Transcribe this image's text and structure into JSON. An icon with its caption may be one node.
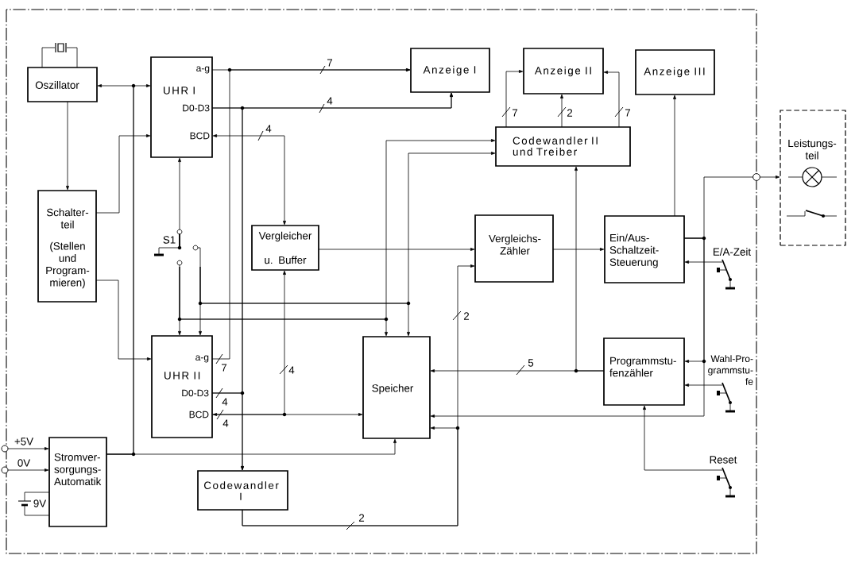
{
  "diagram": {
    "nodes": [
      {
        "text": [
          "Oszillator"
        ]
      },
      {
        "text": [
          "a-g",
          "UHR I",
          "D0-D3",
          "BCD"
        ]
      },
      {
        "text": [
          "Anzeige I"
        ]
      },
      {
        "text": [
          "Anzeige II"
        ]
      },
      {
        "text": [
          "Anzeige III"
        ]
      },
      {
        "text": [
          "Codewandler II und Treiber"
        ]
      },
      {
        "text": [
          "Leistungs- teil"
        ]
      },
      {
        "text": [
          "Schalter- teil",
          "(Stellen und Program- mieren)"
        ]
      },
      {
        "text": [
          "Vergleicher u. Buffer"
        ]
      },
      {
        "text": [
          "Vergleichs- Zähler"
        ]
      },
      {
        "text": [
          "Ein/Aus- Schaltzeit- Steuerung"
        ]
      },
      {
        "text": [
          "S1"
        ]
      },
      {
        "text": [],
        "shape": "pushbutton",
        "beside": [
          "E/A-Zeit"
        ]
      },
      {
        "text": [
          "a-g",
          "UHR II",
          "D0-D3",
          "BCD"
        ]
      },
      {
        "text": [
          "Speicher"
        ]
      },
      {
        "text": [
          "Programmstu- fenzähler"
        ]
      },
      {
        "text": [],
        "shape": "pushbutton",
        "beside": [
          "Wahl-Pro- grammstu- fe"
        ]
      },
      {
        "text": [],
        "shape": "circle",
        "beside": [
          "+5V"
        ]
      },
      {
        "text": [],
        "shape": "circle",
        "beside": [
          "0V"
        ]
      },
      {
        "text": [
          "Stromver- sorgungs- Automatik"
        ]
      },
      {
        "text": [
          "Codewandler I"
        ]
      },
      {
        "text": [
          "9V"
        ]
      },
      {
        "text": [],
        "shape": "pushbutton",
        "beside": [
          "Reset"
        ]
      }
    ],
    "edges": [
      {
        "from": 0,
        "to": 7,
        "arrow": "to"
      },
      {
        "from": 19,
        "to": 0,
        "arrow": "to"
      },
      {
        "from": 19,
        "to": 1,
        "arrow": "to"
      },
      {
        "from": 19,
        "to": 14,
        "arrow": "to"
      },
      {
        "from": 7,
        "to": 1,
        "arrow": "to"
      },
      {
        "from": 7,
        "to": 13,
        "arrow": "to"
      },
      {
        "from": 1,
        "to": 2,
        "arrow": "to",
        "label": "7"
      },
      {
        "from": 13,
        "to": 2,
        "arrow": "to",
        "label": "7"
      },
      {
        "from": 1,
        "to": 2,
        "arrow": "to",
        "label": "4"
      },
      {
        "from": 1,
        "to": 20,
        "arrow": "to"
      },
      {
        "from": 13,
        "to": 20,
        "arrow": "to",
        "label": "4"
      },
      {
        "from": 13,
        "to": 2,
        "arrow": "to"
      },
      {
        "from": 8,
        "to": 1,
        "arrow": "both",
        "label": "4"
      },
      {
        "from": 13,
        "to": 8,
        "arrow": "both",
        "label": "4"
      },
      {
        "from": 13,
        "to": 14,
        "arrow": "to",
        "label": "4"
      },
      {
        "from": 11,
        "to": 1,
        "arrow": "to"
      },
      {
        "from": 11,
        "to": 13,
        "arrow": "to"
      },
      {
        "from": 11,
        "to": 13,
        "arrow": "to"
      },
      {
        "from": 11,
        "to": 14,
        "arrow": "to"
      },
      {
        "from": 11,
        "to": 14,
        "arrow": "to"
      },
      {
        "from": 11,
        "to": 5,
        "arrow": "to"
      },
      {
        "from": 11,
        "to": 5,
        "arrow": "to"
      },
      {
        "from": 5,
        "to": 3,
        "arrow": "to",
        "label": "7"
      },
      {
        "from": 5,
        "to": 3,
        "arrow": "to",
        "label": "2"
      },
      {
        "from": 5,
        "to": 3,
        "arrow": "to",
        "label": "7"
      },
      {
        "from": 10,
        "to": 4,
        "arrow": "to"
      },
      {
        "from": 8,
        "to": 9,
        "arrow": "to"
      },
      {
        "from": 9,
        "to": 10,
        "arrow": "to"
      },
      {
        "from": 20,
        "to": 9,
        "arrow": "to",
        "label": "2"
      },
      {
        "from": 20,
        "to": 14,
        "arrow": "to",
        "label": "2"
      },
      {
        "from": 10,
        "to": 6,
        "arrow": "to"
      },
      {
        "from": 10,
        "to": 15,
        "arrow": "to"
      },
      {
        "from": 10,
        "to": 14,
        "arrow": "to"
      },
      {
        "from": 15,
        "to": 14,
        "arrow": "to",
        "label": "5"
      },
      {
        "from": 15,
        "to": 5,
        "arrow": "to"
      },
      {
        "from": 12,
        "to": 10,
        "arrow": "to"
      },
      {
        "from": 16,
        "to": 15,
        "arrow": "to"
      },
      {
        "from": 22,
        "to": 15,
        "arrow": "to"
      },
      {
        "from": 17,
        "to": 19,
        "arrow": "to"
      },
      {
        "from": 18,
        "to": 19,
        "arrow": "to"
      },
      {
        "from": 21,
        "to": 19,
        "arrow": "none"
      },
      {
        "from": 21,
        "to": 19,
        "arrow": "none"
      }
    ]
  }
}
